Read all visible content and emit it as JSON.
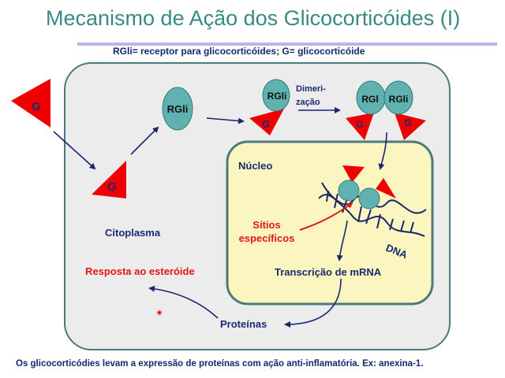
{
  "title": "Mecanismo de Ação dos Glicocorticóides (I)",
  "legend": "RGli= receptor para glicocorticóides; G= glicocorticóide",
  "labels": {
    "g": "G",
    "rgli": "RGli",
    "rgl": "RGl",
    "dimerizacao_line1": "Dimeri-",
    "dimerizacao_line2": "zação",
    "nucleo": "Núcleo",
    "citoplasma": "Citoplasma",
    "sitios_line1": "Sítios",
    "sitios_line2": "específicos",
    "dna": "DNA",
    "transcricao": "Transcrição de mRNA",
    "resposta": "Resposta ao esteróide",
    "proteinas": "Proteínas"
  },
  "footnote": "Os glicocorticódies levam a expressão de proteínas com ação anti-inflamatória. Ex: anexina-1.",
  "colors": {
    "title": "#3a8a82",
    "title_rule": "#b8b6e4",
    "dark_text": "#1c2a6e",
    "red_text": "#e01616",
    "cell_fill": "#ececec",
    "cell_border": "#4a7a7c",
    "nucleus_fill": "#fbf6c0",
    "nucleus_border": "#4a7a7c",
    "receptor_fill": "#5fb2b0",
    "receptor_border": "#2f7a78",
    "triangle": "#ee0000",
    "arrow": "#1a2570"
  }
}
